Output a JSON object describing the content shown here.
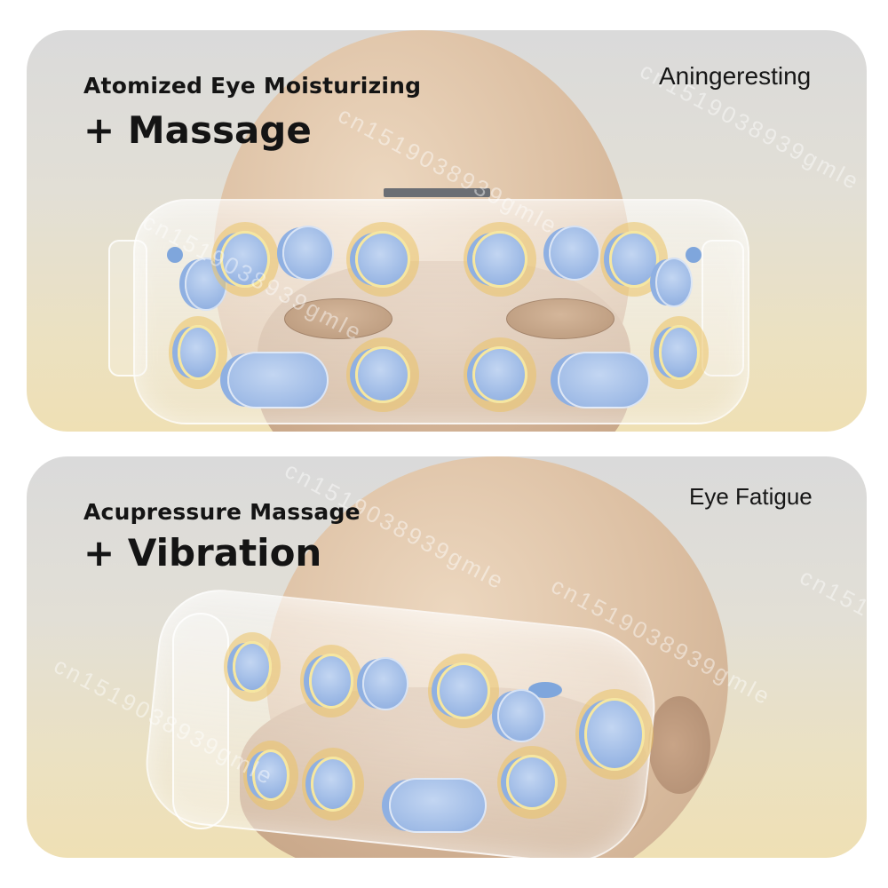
{
  "panels": [
    {
      "id": "top",
      "subtitle": "Atomized Eye Moisturizing",
      "title": "+ Massage",
      "tag": "Aningeresting"
    },
    {
      "id": "bottom",
      "subtitle": "Acupressure Massage",
      "title": "+ Vibration",
      "tag": "Eye Fatigue"
    }
  ],
  "watermark": "cn1519038939gmle",
  "colors": {
    "panel_top": "#dadada",
    "panel_bottom": "#efe0b4",
    "node_blue": "#9fbbe6",
    "ring_yellow": "#f6e7a0",
    "text": "#141414"
  }
}
